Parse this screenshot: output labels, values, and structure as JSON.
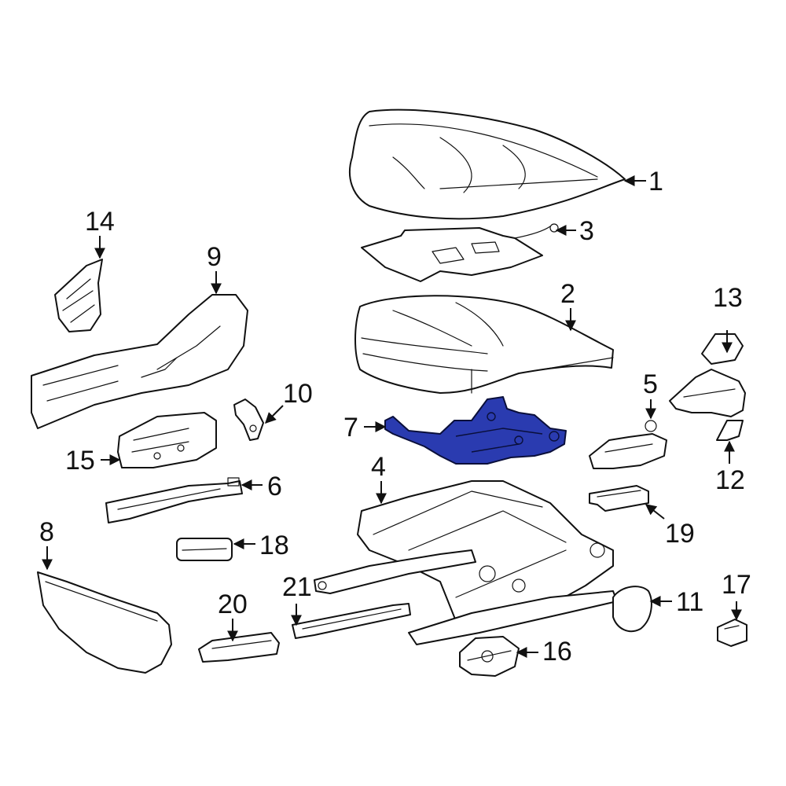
{
  "colors": {
    "background": "#ffffff",
    "line": "#111111",
    "highlight": "#2a3bb0"
  },
  "highlighted_part": "7",
  "callouts": [
    {
      "id": "c1",
      "label": "1"
    },
    {
      "id": "c2",
      "label": "2"
    },
    {
      "id": "c3",
      "label": "3"
    },
    {
      "id": "c4",
      "label": "4"
    },
    {
      "id": "c5",
      "label": "5"
    },
    {
      "id": "c6",
      "label": "6"
    },
    {
      "id": "c7",
      "label": "7"
    },
    {
      "id": "c8",
      "label": "8"
    },
    {
      "id": "c9",
      "label": "9"
    },
    {
      "id": "c10",
      "label": "10"
    },
    {
      "id": "c11",
      "label": "11"
    },
    {
      "id": "c12",
      "label": "12"
    },
    {
      "id": "c13",
      "label": "13"
    },
    {
      "id": "c14",
      "label": "14"
    },
    {
      "id": "c15",
      "label": "15"
    },
    {
      "id": "c16",
      "label": "16"
    },
    {
      "id": "c17",
      "label": "17"
    },
    {
      "id": "c18",
      "label": "18"
    },
    {
      "id": "c19",
      "label": "19"
    },
    {
      "id": "c20",
      "label": "20"
    },
    {
      "id": "c21",
      "label": "21"
    }
  ]
}
